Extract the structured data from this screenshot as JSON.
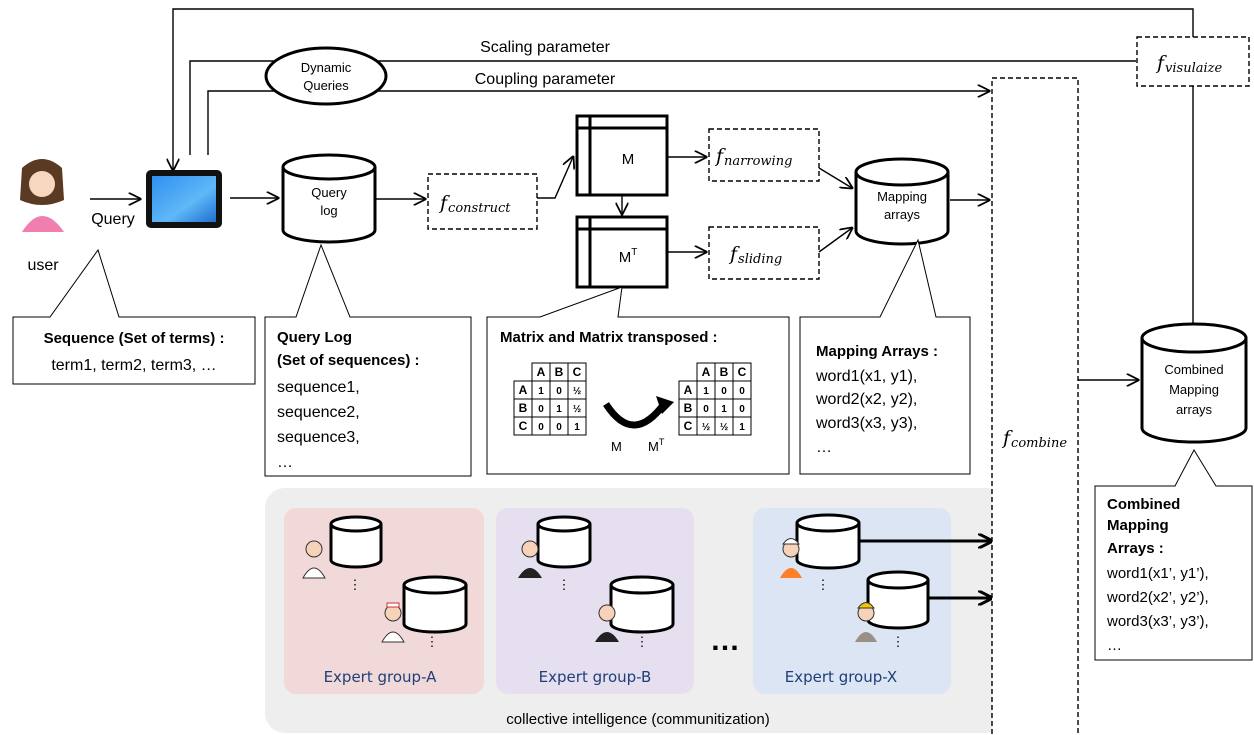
{
  "labels": {
    "scaling_parameter": "Scaling parameter",
    "coupling_parameter": "Coupling parameter",
    "dynamic_queries_line1": "Dynamic",
    "dynamic_queries_line2": "Queries",
    "query": "Query",
    "user": "user",
    "query_log_line1": "Query",
    "query_log_line2": "log",
    "matrix_m": "M",
    "matrix_mt": "M",
    "matrix_mt_sup": "T",
    "mapping_line1": "Mapping",
    "mapping_line2": "arrays",
    "combined_line1": "Combined",
    "combined_line2": "Mapping",
    "combined_line3": "arrays",
    "collective": "collective intelligence (communitization)",
    "ellipsis_dots": "…",
    "vdots": "⋮"
  },
  "functions": {
    "construct_f": "f",
    "construct_sub": "construct",
    "narrowing_f": "f",
    "narrowing_sub": "narrowing",
    "sliding_f": "f",
    "sliding_sub": "sliding",
    "visualize_f": "f",
    "visualize_sub": "visulaize",
    "combine_f": "f",
    "combine_sub": "combine"
  },
  "callouts": {
    "sequence": {
      "title": "Sequence (Set of terms) :",
      "body": "term1, term2, term3, …"
    },
    "query_log": {
      "title1": "Query Log",
      "title2": " (Set of sequences) :",
      "lines": [
        "sequence1,",
        "sequence2,",
        "sequence3,",
        " …"
      ]
    },
    "matrix": {
      "title": "Matrix and Matrix transposed :",
      "label_m": "M",
      "label_mt": "M",
      "label_mt_sup": "T"
    },
    "mapping": {
      "title": "Mapping Arrays :",
      "lines": [
        "word1(x1, y1),",
        "word2(x2, y2),",
        "word3(x3, y3),",
        " …"
      ]
    },
    "combined": {
      "title_lines": [
        "Combined",
        "Mapping",
        "Arrays :"
      ],
      "lines": [
        "word1(x1’, y1’),",
        "word2(x2’, y2’),",
        "word3(x3’, y3’),",
        " …"
      ]
    }
  },
  "matrix_m": {
    "headers": [
      "",
      "A",
      "B",
      "C"
    ],
    "rows": [
      [
        "A",
        "1",
        "0",
        "½"
      ],
      [
        "B",
        "0",
        "1",
        "½"
      ],
      [
        "C",
        "0",
        "0",
        "1"
      ]
    ]
  },
  "matrix_mt": {
    "headers": [
      "",
      "A",
      "B",
      "C"
    ],
    "rows": [
      [
        "A",
        "1",
        "0",
        "0"
      ],
      [
        "B",
        "0",
        "1",
        "0"
      ],
      [
        "C",
        "½",
        "½",
        "1"
      ]
    ]
  },
  "groups": [
    {
      "label": "Expert group-A",
      "color": "#f2d9d9"
    },
    {
      "label": "Expert group-B",
      "color": "#e5dff0"
    },
    {
      "label": "Expert group-X",
      "color": "#dbe5f3"
    }
  ],
  "colors": {
    "panel": "#eeeeee",
    "group_text": "#1f3f78"
  }
}
